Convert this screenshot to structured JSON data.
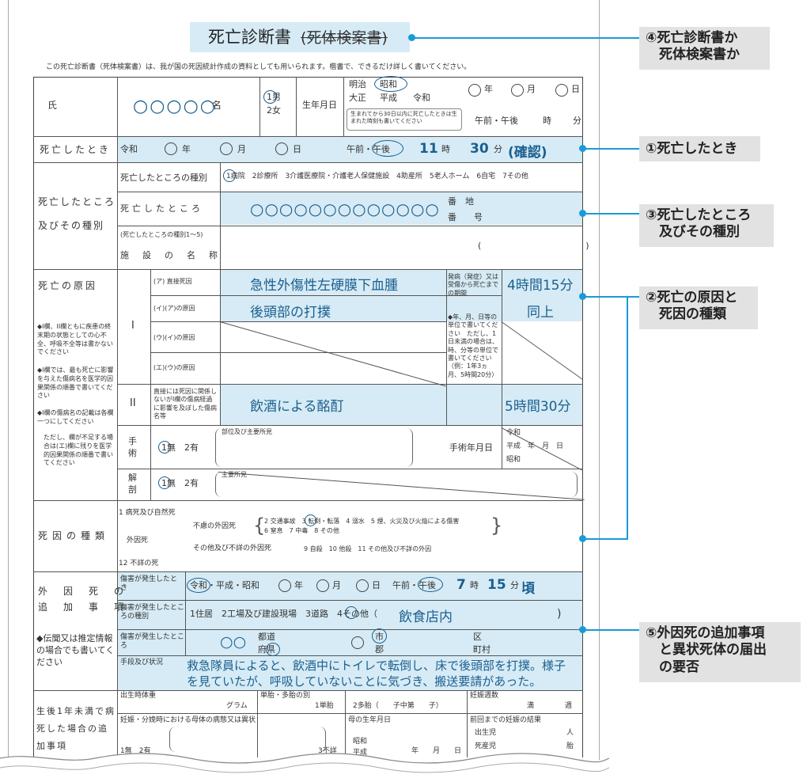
{
  "title": {
    "main": "死亡診断書",
    "struck": "(死体検案書)"
  },
  "intro": "この死亡診断書（死体検案書）は、我が国の死因統計作成の資料としても用いられます。楷書で、できるだけ詳しく書いてください。",
  "name_row": {
    "label": "氏　　　名",
    "value": "○○○○○",
    "sex_male": "1男",
    "sex_female": "2女",
    "dob_label": "生年月日",
    "eras": [
      "明治",
      "昭和",
      "大正",
      "平成",
      "令和"
    ],
    "ymd": [
      "年",
      "月",
      "日"
    ],
    "note": "生まれてから30日以内に死亡したときは生まれた時刻も書いてください",
    "time_labels": [
      "午前・午後",
      "時",
      "分"
    ]
  },
  "death_time": {
    "label": "死亡したとき",
    "era": "令和",
    "ymd": [
      "年",
      "月",
      "日"
    ],
    "ampm": "午前・午後",
    "hour": "11",
    "hour_unit": "時",
    "minute": "30",
    "minute_unit": "分",
    "note": "(確認)"
  },
  "place": {
    "label1": "死亡したところ",
    "label2": "及びその種別",
    "type_label": "死亡したところの種別",
    "types": "1病院　2診療所　3介護医療院・介護老人保健施設　4助産所　5老人ホーム　6自宅　7その他",
    "place_label": "死亡したところ",
    "place_value": "○○○○○○○○○○○○○",
    "banchi": "番　地",
    "ban": "番　　号",
    "facility_note": "(死亡したところの種別1〜5)",
    "facility_label": "施　設　の　名　称",
    "facility_paren": "(　　　　　　　　　　　　)"
  },
  "cause": {
    "label": "死亡の原因",
    "notes": [
      "◆I欄、II欄ともに疾患の終末期の状態としての心不全、呼吸不全等は書かないでください",
      "◆I欄では、最も死亡に影響を与えた傷病名を医学的因果関係の順番で書いてください",
      "◆I欄の傷病名の記載は各欄一つにしてください",
      "ただし、欄が不足する場合は(エ)欄に残りを医学的因果関係の順番で書いてください"
    ],
    "roman_i": "I",
    "roman_ii": "II",
    "rows": [
      "(ア) 直接死因",
      "(イ)(ア)の原因",
      "(ウ)(イ)の原因",
      "(エ)(ウ)の原因"
    ],
    "row_a_value": "急性外傷性左硬膜下血腫",
    "row_b_value": "後頭部の打撲",
    "onset_label": "発病（発症）又は受傷から死亡までの期間",
    "onset_note": "◆年、月、日等の単位で書いてください　ただし、1日未満の場合は、時、分等の単位で書いてください（例：1年3ヵ月、5時間20分）",
    "period_a": "4時間15分",
    "period_b": "同上",
    "ii_label": "直接には死因に関係しないがI欄の傷病経過に影響を及ぼした傷病名等",
    "ii_value": "飲酒による酩酊",
    "period_ii": "5時間30分",
    "surgery_label": "手術",
    "surgery_opts": "1無　2有",
    "surgery_note": "部位及び主要所見",
    "surgery_date_label": "手術年月日",
    "surgery_eras": [
      "令和",
      "平成　年　月　日",
      "昭和"
    ],
    "autopsy_label": "解剖",
    "autopsy_opts": "1無　2有",
    "autopsy_note": "主要所見"
  },
  "cause_type": {
    "label": "死因の種類",
    "l1": "1 病死及び自然死",
    "external": "外因死",
    "unexpected": "不慮の外因死",
    "list1": "2 交通事故　3 転倒・転落　4 溺水　5 煙、火災及び火焔による傷害",
    "list2": "6 窒息　7 中毒　8 その他",
    "other_ext": "その他及び不詳の外因死",
    "list3": "9 自殺　10 他殺　11 その他及び不詳の外因",
    "l12": "12 不詳の死"
  },
  "external": {
    "label1": "外　因　死　の",
    "label2": "追　加　事　項",
    "note": "◆伝聞又は推定情報の場合でも書いてください",
    "when_label": "傷害が発生したとき",
    "when_eras": "令和・平成・昭和",
    "when_ymd": [
      "年",
      "月",
      "日"
    ],
    "when_ampm": "午前・午後",
    "when_hour": "7",
    "hour_unit": "時",
    "when_minute": "15",
    "minute_unit": "分",
    "when_approx": "頃",
    "where_type_label": "傷害が発生したところの種別",
    "where_types": "1住居　2工場及び建設現場　3道路　4その他（",
    "where_other": "飲食店内",
    "where_label": "傷害が発生したところ",
    "pref_value": "○○",
    "pref_labels": [
      "都道",
      "府県"
    ],
    "city_labels": [
      "市",
      "郡",
      "区",
      "町村"
    ],
    "method_label": "手段及び状況",
    "method_value1": "救急隊員によると、飲酒中にトイレで転倒し、床で後頭部を打撲。様子",
    "method_value2": "を見ていたが、呼吸していないことに気づき、搬送要請があった。"
  },
  "newborn": {
    "label": "生後1年未満で病死した場合の追加事項",
    "birth_weight": "出生時体重",
    "gram": "グラム",
    "multi": "単胎・多胎の別",
    "single": "1単胎",
    "multi_opt": "2多胎（　　子中第　　子）",
    "weeks": "妊娠週数",
    "full": "満",
    "week": "週",
    "mother_cond": "妊娠・分娩時における母体の病態又は異状",
    "mother_opts": "1無　2有",
    "mother_unknown": "3不詳",
    "mother_dob": "母の生年月日",
    "mother_eras": [
      "昭和",
      "平成"
    ],
    "md": "年　　月　　日",
    "prev": "前回までの妊娠の結果",
    "born": "出生児",
    "person": "人",
    "stillborn": "死産児",
    "fetus": "胎"
  },
  "callouts": {
    "c4": "④死亡診断書か\n　死体検案書か",
    "c1": "①死亡したとき",
    "c3": "③死亡したところ\n　及びその種別",
    "c2": "②死亡の原因と\n　死因の種類",
    "c5": "⑤外因死の追加事項\n　と異状死体の届出\n　の要否"
  },
  "colors": {
    "accent": "#1a9ad9",
    "handwriting": "#1b5f8f",
    "fill": "#d6ebf5",
    "callout_bg": "#e2e2e2"
  }
}
